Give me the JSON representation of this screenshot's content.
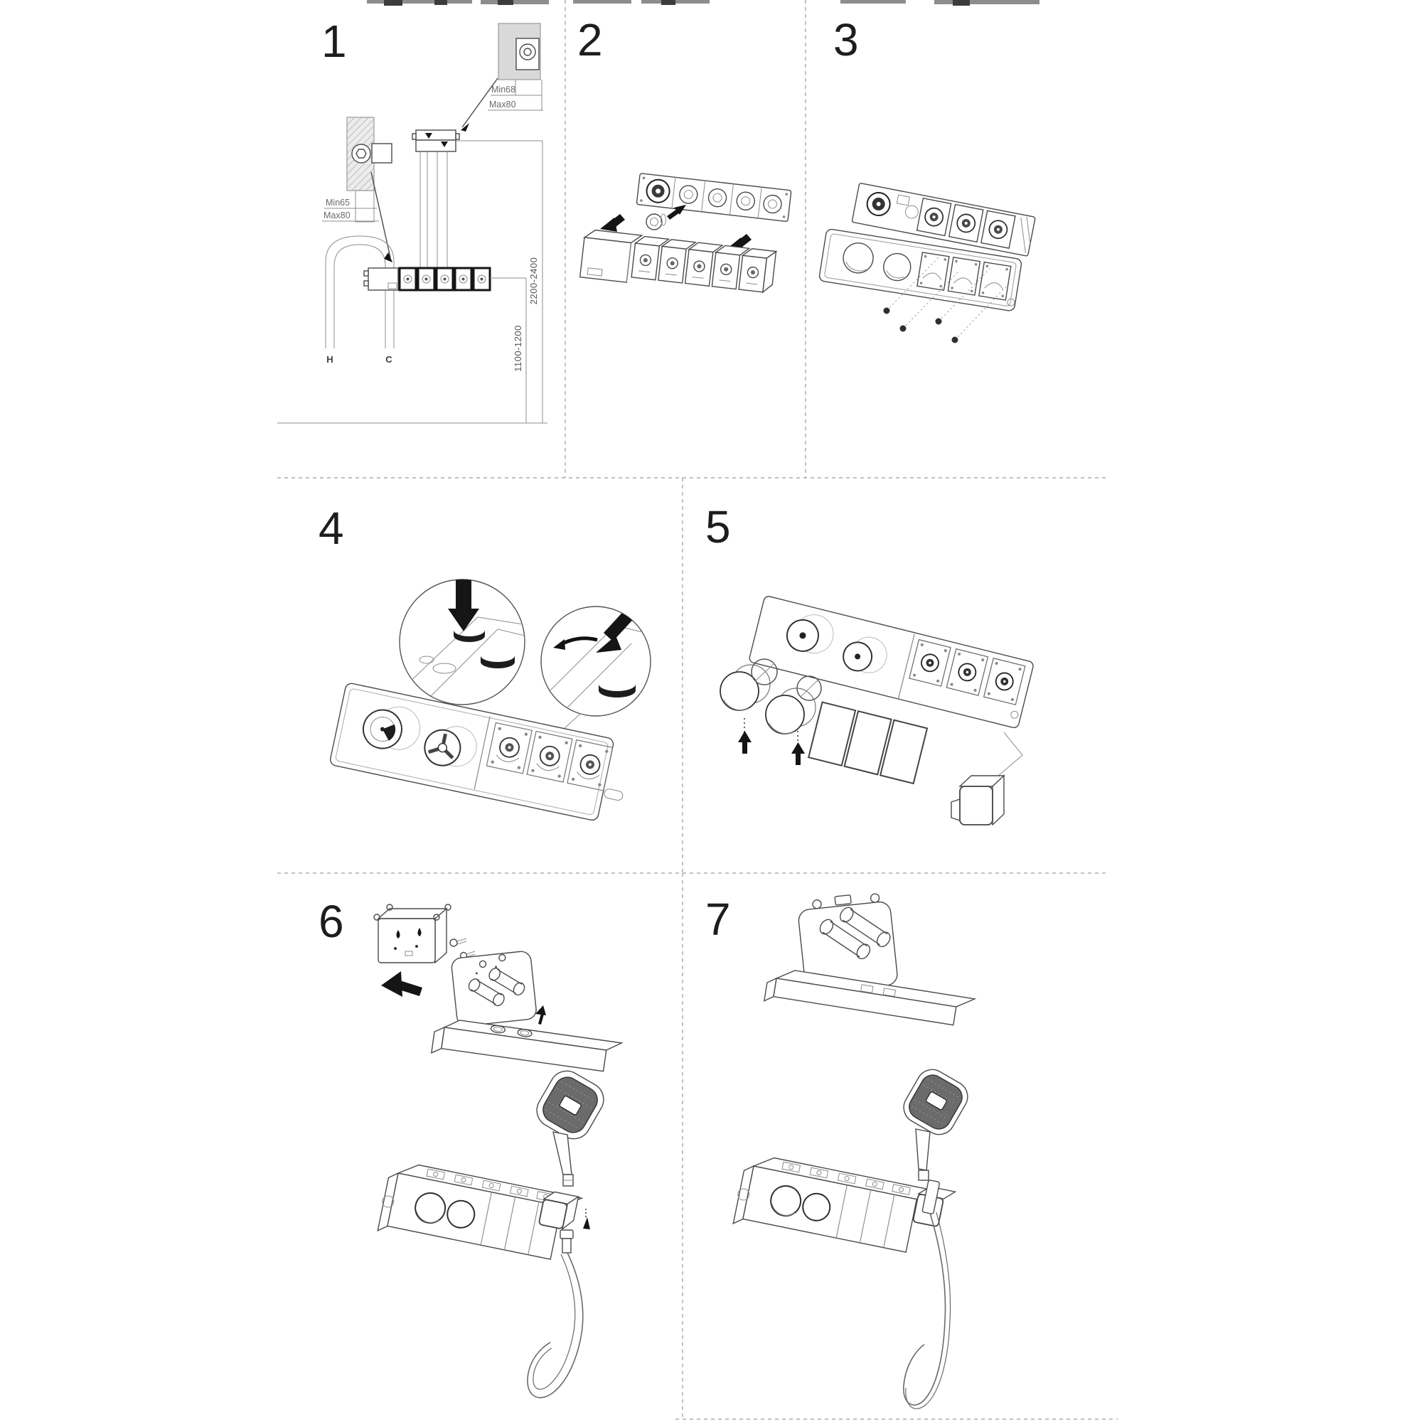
{
  "sheet": {
    "steps": [
      {
        "number": "1"
      },
      {
        "number": "2"
      },
      {
        "number": "3"
      },
      {
        "number": "4"
      },
      {
        "number": "5"
      },
      {
        "number": "6"
      },
      {
        "number": "7"
      }
    ],
    "step1": {
      "ceiling_depth_min": "Min68",
      "ceiling_depth_max": "Max80",
      "wall_depth_min": "Min65",
      "wall_depth_max": "Max80",
      "hot_label": "H",
      "cold_label": "C",
      "total_height_range": "2200-2400",
      "valve_height_range": "1100-1200"
    }
  },
  "colors": {
    "background": "#ffffff",
    "line": "#4a4a4a",
    "dark_fill": "#151515",
    "block_fill": "#d9d9d9",
    "divider": "#aeaeae",
    "spray_face": "#6b6b6b"
  }
}
